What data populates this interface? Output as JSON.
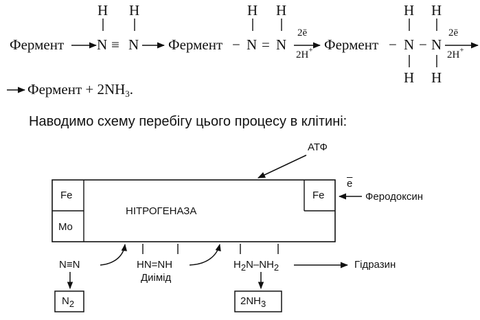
{
  "equation": {
    "enzyme": "Фермент",
    "h": "H",
    "n": "N",
    "triple_bond": "≡",
    "double_bond": "=",
    "dash": "−",
    "electrons": "2ē",
    "protons": "2H",
    "proton_charge": "+",
    "continuation": "Фермент + 2NH",
    "continuation_sub": "3",
    "continuation_end": "."
  },
  "intro_text": "Наводимо схему перебігу цього процесу в клітині:",
  "scheme": {
    "atp": "АТФ",
    "enzyme_name": "НІТРОГЕНАЗА",
    "fe_left": "Fe",
    "fe_right": "Fe",
    "mo": "Mo",
    "electron": "e",
    "ferredoxin": "Феродоксин",
    "n2_formula": "N≡N",
    "n2_box": "N",
    "n2_box_sub": "2",
    "diimide_formula": "HN=NH",
    "diimide_name": "Диімід",
    "hydrazine_h": "H",
    "hydrazine_sub": "2",
    "hydrazine_mid": "N–NH",
    "hydrazine_name": "Гідразин",
    "nh3_box": "2NH",
    "nh3_box_sub": "3"
  }
}
